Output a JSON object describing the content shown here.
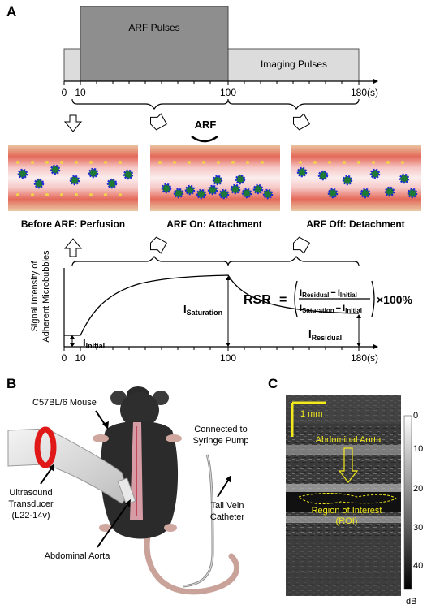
{
  "panel_a": {
    "letter": "A",
    "timeline_top": {
      "arf_pulses_label": "ARF Pulses",
      "imaging_pulses_label": "Imaging Pulses",
      "ticks": [
        "0",
        "10",
        "100",
        "180"
      ],
      "unit": "(s)"
    },
    "arf_label": "ARF",
    "stage_labels": {
      "before": "Before ARF: Perfusion",
      "on": "ARF On: Attachment",
      "off": "ARF Off: Detachment"
    },
    "signal_plot": {
      "ylabel_line1": "Signal Intensity of",
      "ylabel_line2": "Adherent Microbubbles",
      "i_initial": {
        "main": "I",
        "sub": "Initial"
      },
      "i_saturation": {
        "main": "I",
        "sub": "Saturation"
      },
      "i_residual": {
        "main": "I",
        "sub": "Residual"
      },
      "ticks": [
        "0",
        "10",
        "100",
        "180"
      ],
      "unit": "(s)",
      "rsr": {
        "lhs": "RSR",
        "equals": "=",
        "num_a": {
          "main": "I",
          "sub": "Residual"
        },
        "num_b": {
          "main": "I",
          "sub": "Initial"
        },
        "den_a": {
          "main": "I",
          "sub": "Saturation"
        },
        "den_b": {
          "main": "I",
          "sub": "Initial"
        },
        "minus": "−",
        "times": "×100%"
      }
    }
  },
  "panel_b": {
    "letter": "B",
    "mouse_label": "C57BL/6 Mouse",
    "syringe_label_line1": "Connected to",
    "syringe_label_line2": "Syringe Pump",
    "transducer_line1": "Ultrasound",
    "transducer_line2": "Transducer",
    "transducer_line3": "(L22-14v)",
    "tail_line1": "Tail Vein",
    "tail_line2": "Catheter",
    "aorta_label": "Abdominal Aorta"
  },
  "panel_c": {
    "letter": "C",
    "scale_label": "1 mm",
    "aorta_label": "Abdominal Aorta",
    "roi_line1": "Region of Interest",
    "roi_line2": "(ROI)",
    "colorbar_ticks": [
      "0",
      "10",
      "20",
      "30",
      "40"
    ],
    "colorbar_unit": "dB",
    "annotation_color": "#f2ea1a"
  }
}
